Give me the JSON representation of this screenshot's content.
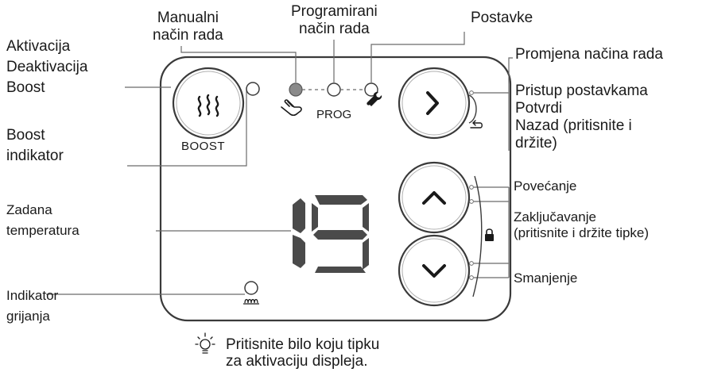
{
  "labels": {
    "manual_mode": [
      "Manualni",
      "način rada"
    ],
    "programmed_mode": [
      "Programirani",
      "način rada"
    ],
    "settings": "Postavke",
    "activation": [
      "Aktivacija",
      "Deaktivacija",
      "Boost"
    ],
    "boost_indicator": [
      "Boost",
      "indikator"
    ],
    "setpoint": [
      "Zadana",
      "temperatura"
    ],
    "heating_indicator": [
      "Indikator",
      "grijanja"
    ],
    "mode_change": "Promjena načina rada",
    "settings_access": [
      "Pristup postavkama",
      "Potvrdi",
      "Nazad (pritisnite i",
      "držite)"
    ],
    "increase": "Povećanje",
    "lock": [
      "Zaključavanje",
      "(pritisnite i držite tipke)"
    ],
    "decrease": "Smanjenje",
    "wake_hint": [
      "Pritisnite bilo koju tipku",
      "za aktivaciju displeja."
    ]
  },
  "device": {
    "boost_label": "BOOST",
    "prog_label": "PROG",
    "display_value": "19",
    "mode_indicators": [
      {
        "name": "manual",
        "active": true
      },
      {
        "name": "programmed",
        "active": false
      },
      {
        "name": "settings",
        "active": false
      }
    ]
  },
  "colors": {
    "device_outline": "#3a3a3a",
    "leader_line": "#6a6a6a",
    "segment_fill": "#4a4a4a",
    "active_led": "#8a8a8a"
  }
}
